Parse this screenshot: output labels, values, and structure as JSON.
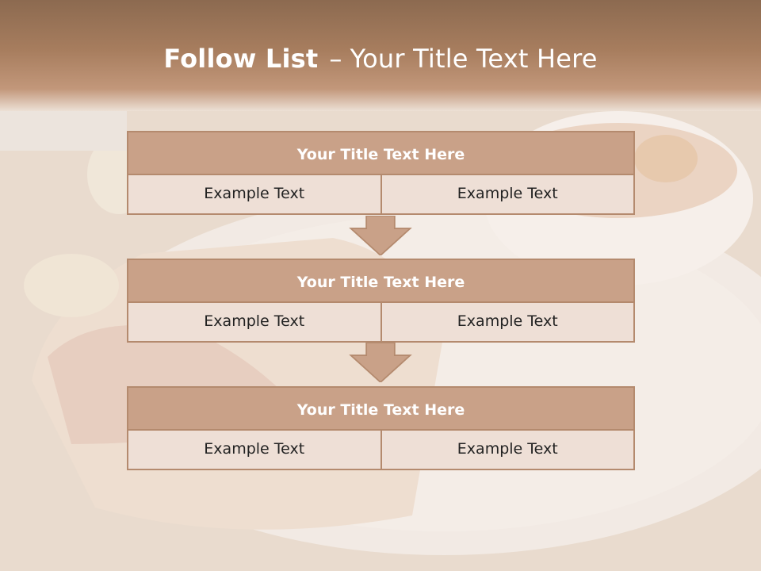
{
  "slide": {
    "title_bold": "Follow List",
    "title_dash": "–",
    "title_rest": "Your Title Text Here"
  },
  "steps": [
    {
      "title": "Your Title Text Here",
      "left": "Example Text",
      "right": "Example Text"
    },
    {
      "title": "Your Title Text Here",
      "left": "Example Text",
      "right": "Example Text"
    },
    {
      "title": "Your Title Text Here",
      "left": "Example Text",
      "right": "Example Text"
    }
  ],
  "colors": {
    "header": "#a77d5e",
    "step_title_fill": "#c9a188",
    "step_cell_fill": "#eedfd6",
    "border": "#b48a6e"
  },
  "icons": [
    "down-arrow-icon"
  ]
}
